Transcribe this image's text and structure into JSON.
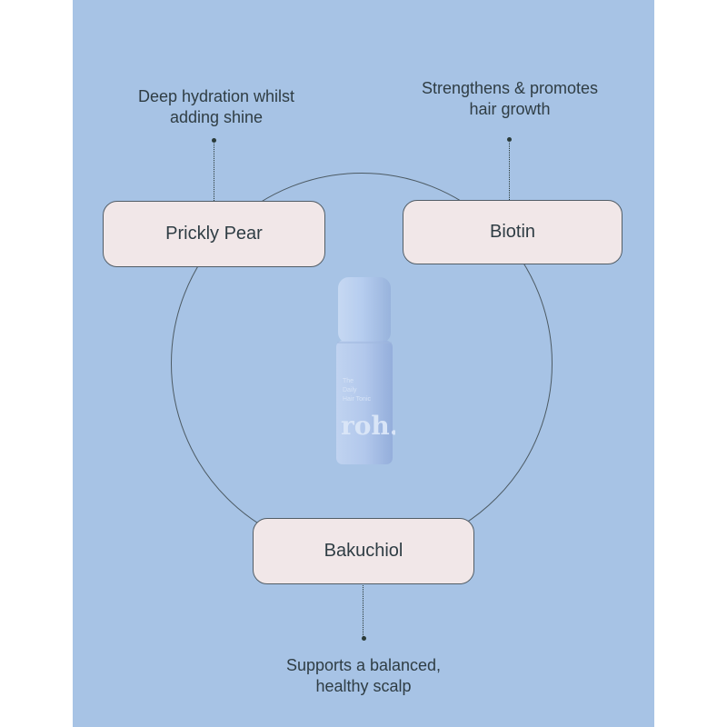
{
  "ingredients": [
    {
      "name": "Prickly Pear",
      "benefit_line1": "Deep hydration whilst",
      "benefit_line2": "adding shine"
    },
    {
      "name": "Biotin",
      "benefit_line1": "Strengthens & promotes",
      "benefit_line2": "hair growth"
    },
    {
      "name": "Bakuchiol",
      "benefit_line1": "Supports a balanced,",
      "benefit_line2": "healthy scalp"
    }
  ],
  "colors": {
    "background": "#a7c3e5",
    "pill": "#f1e7e8",
    "text": "#2f3d44",
    "bottle": "#b1c9ec"
  },
  "product_image": {
    "label_lines": [
      "The",
      "Daily",
      "Hair Tonic"
    ],
    "brand_mark": "roh."
  },
  "icons": [
    "product-bottle-icon"
  ]
}
